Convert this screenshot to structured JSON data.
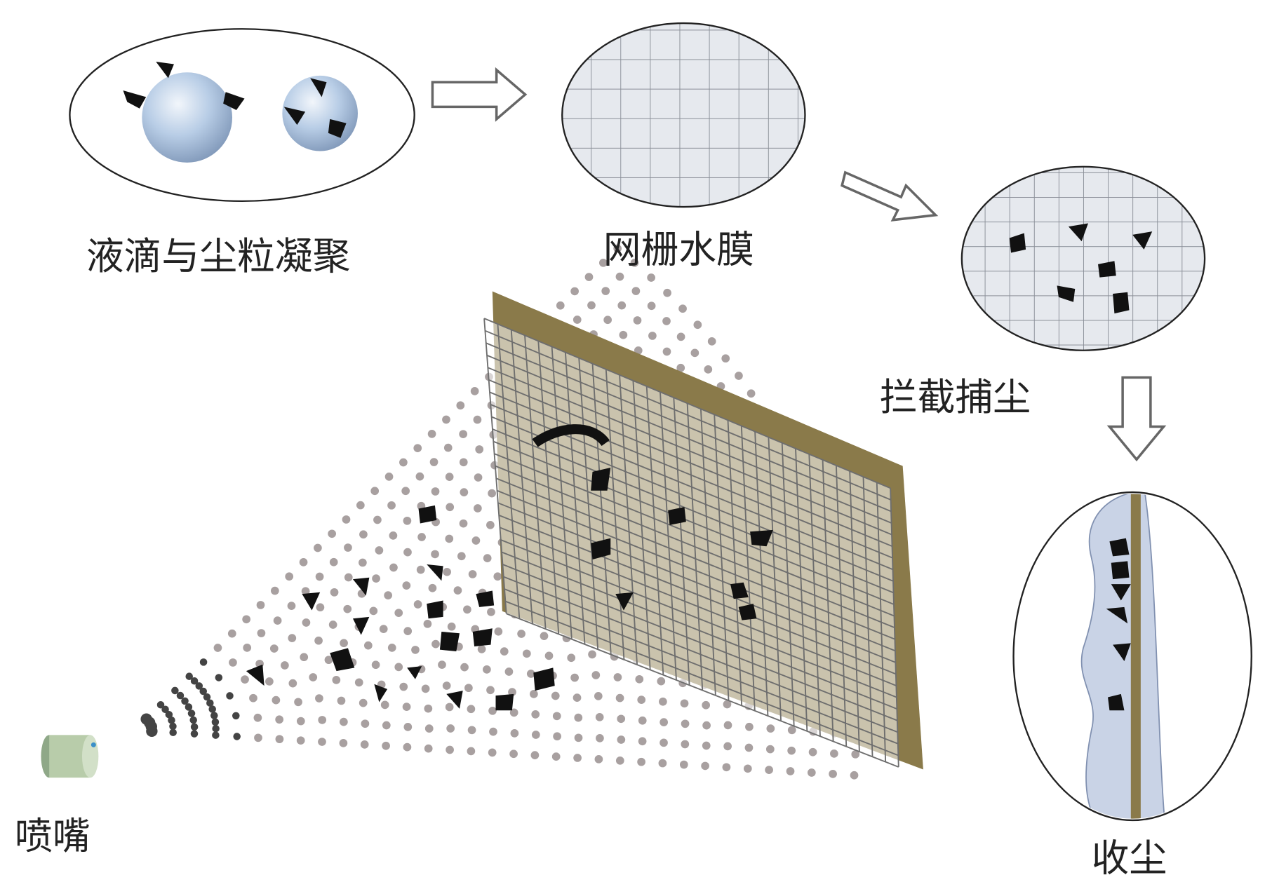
{
  "labels": {
    "coalescence": "液滴与尘粒凝聚",
    "grid_water_film": "网栅水膜",
    "interception": "拦截捕尘",
    "dust_collection": "收尘",
    "nozzle": "喷嘴"
  },
  "colors": {
    "plate": "#8a7a4a",
    "grid": "#777777",
    "spray_dot": "#a8a0a0",
    "droplet": "#b8cde6",
    "dust": "#111111",
    "film": "#c9d3e6"
  }
}
